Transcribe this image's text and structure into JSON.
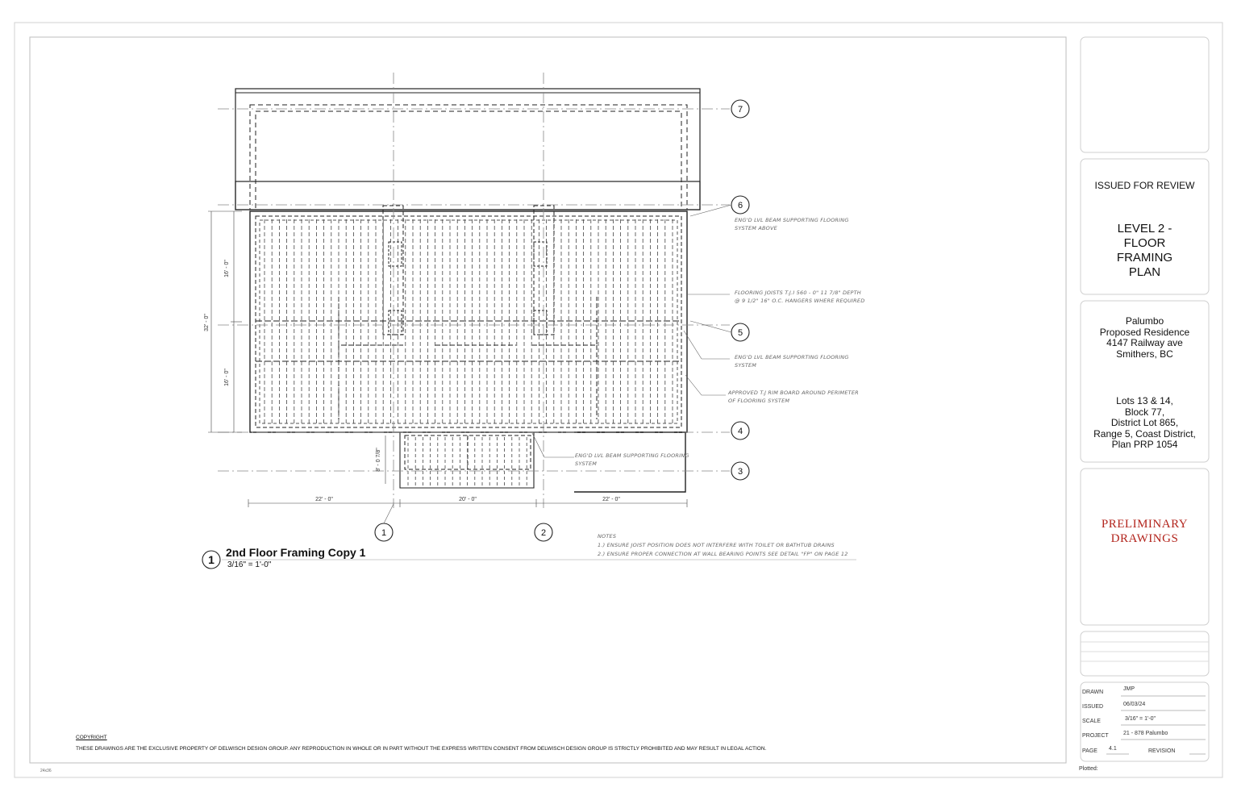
{
  "title_block": {
    "issued_for_review": "ISSUED FOR REVIEW",
    "sheet_title_lines": [
      "LEVEL 2 -",
      "FLOOR",
      "FRAMING",
      "PLAN"
    ],
    "client_lines": [
      "Palumbo",
      "Proposed Residence",
      "4147 Railway ave",
      "Smithers, BC"
    ],
    "legal_lines": [
      "Lots 13 & 14,",
      "Block 77,",
      "District Lot 865,",
      "Range 5, Coast District,",
      "Plan PRP 1054"
    ],
    "preliminary_lines": [
      "PRELIMINARY",
      "DRAWINGS"
    ],
    "drawn_label": "DRAWN",
    "drawn_value": "JMP",
    "issued_label": "ISSUED",
    "issued_value": "06/03/24",
    "scale_label": "SCALE",
    "scale_value": "3/16\" = 1'-0\"",
    "project_label": "PROJECT",
    "project_value": "21 - 878 Palumbo",
    "page_label": "PAGE",
    "page_value": "4.1",
    "revision_label": "REVISION",
    "plotted_label": "Plotted:"
  },
  "drawing": {
    "view_number": "1",
    "view_title": "2nd Floor Framing Copy 1",
    "view_scale": "3/16\" = 1'-0\"",
    "grid_lines": {
      "g7": "7",
      "g6": "6",
      "g5": "5",
      "g4": "4",
      "g3": "3",
      "g1": "1",
      "g2": "2"
    },
    "dims": {
      "d_left_top": "16' - 0\"",
      "d_left_bot": "16' - 0\"",
      "d_left_total": "32' - 0\"",
      "d_small": "8' - 0 7/8\"",
      "d_bot_1": "22' - 0\"",
      "d_bot_2": "20' - 0\"",
      "d_bot_3": "22' - 0\""
    },
    "annotations": {
      "a1_l1": "ENG'D LVL BEAM SUPPORTING FLOORING",
      "a1_l2": "SYSTEM ABOVE",
      "a2_l1": "FLOORING JOISTS T.J.I 560 - 0\" 11 7/8\" DEPTH",
      "a2_l2": "@ 9 1/2\" 16\" O.C. HANGERS WHERE REQUIRED",
      "a3_l1": "ENG'D LVL BEAM SUPPORTING FLOORING",
      "a3_l2": "SYSTEM",
      "a4_l1": "APPROVED T.J RIM BOARD AROUND PERIMETER",
      "a4_l2": "OF FLOORING SYSTEM",
      "a5_l1": "ENG'D LVL BEAM SUPPORTING FLOORING",
      "a5_l2": "SYSTEM"
    },
    "notes": {
      "heading": "NOTES",
      "n1": "1.)  ENSURE JOIST POSITION DOES NOT INTERFERE WITH TOILET OR BATHTUB DRAINS",
      "n2": "2.)  ENSURE PROPER CONNECTION AT WALL BEARING POINTS SEE DETAIL \"FP\" ON PAGE 12"
    }
  },
  "copyright": {
    "heading": "COPYRIGHT",
    "text": "THESE DRAWINGS ARE THE EXCLUSIVE PROPERTY OF DELWISCH DESIGN GROUP. ANY REPRODUCTION IN WHOLE OR IN PART WITHOUT THE EXPRESS WRITTEN CONSENT FROM DELWISCH DESIGN GROUP IS STRICTLY PROHIBITED AND MAY RESULT IN LEGAL ACTION.",
    "sheet_size": "24x36"
  },
  "colors": {
    "preliminary": "#b3261e",
    "line": "#222222",
    "panel_border": "#cfcfcf"
  }
}
